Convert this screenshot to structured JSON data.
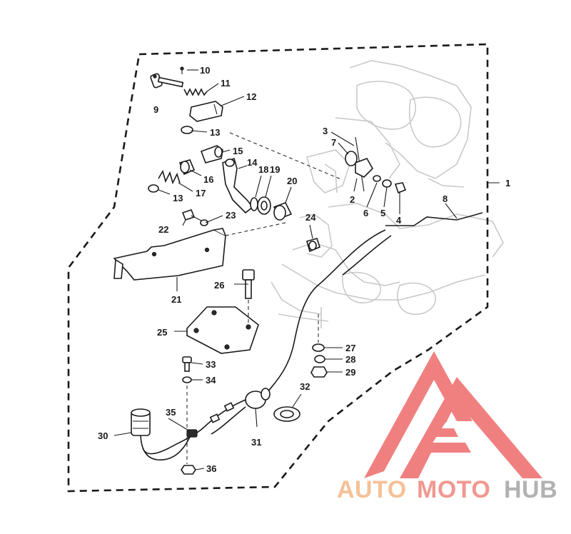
{
  "callouts": {
    "c1": "1",
    "c2": "2",
    "c3": "3",
    "c4": "4",
    "c5": "5",
    "c6": "6",
    "c7": "7",
    "c8": "8",
    "c9": "9",
    "c10": "10",
    "c11": "11",
    "c12": "12",
    "c13a": "13",
    "c13b": "13",
    "c14": "14",
    "c15": "15",
    "c16": "16",
    "c17": "17",
    "c18": "18",
    "c19": "19",
    "c20": "20",
    "c21": "21",
    "c22": "22",
    "c23": "23",
    "c24": "24",
    "c25": "25",
    "c26": "26",
    "c27": "27",
    "c28": "28",
    "c29": "29",
    "c30": "30",
    "c31": "31",
    "c32": "32",
    "c33": "33",
    "c34": "34",
    "c35": "35",
    "c36": "36"
  },
  "watermark": {
    "word_auto": "AUTO",
    "word_moto": "MOTO",
    "word_hub": "HUB",
    "color_auto": "#f4b98a",
    "color_moto": "#f08a82",
    "color_hub": "#a8a8a8",
    "logo_color": "#ee6f6f"
  }
}
